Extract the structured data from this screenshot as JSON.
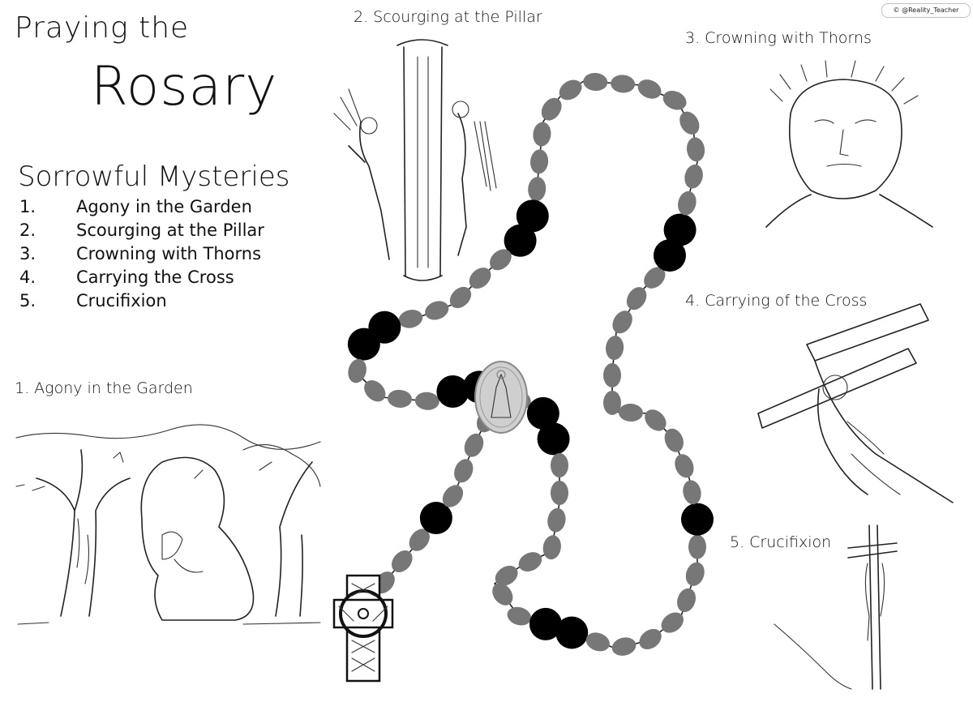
{
  "header": {
    "title_small": "Praying the",
    "title_big": "Rosary",
    "credit": "© @Reality_Teacher"
  },
  "mysteries": {
    "heading": "Sorrowful Mysteries",
    "items": [
      {
        "num": "1.",
        "label": "Agony in the Garden"
      },
      {
        "num": "2.",
        "label": "Scourging at the Pillar"
      },
      {
        "num": "3.",
        "label": "Crowning with Thorns"
      },
      {
        "num": "4.",
        "label": "Carrying the Cross"
      },
      {
        "num": "5.",
        "label": "Crucifixion"
      }
    ]
  },
  "illustrations": {
    "agony": "1. Agony in the Garden",
    "scourging": "2. Scourging at the Pillar",
    "crowning": "3. Crowning with Thorns",
    "carrying": "4. Carrying of the Cross",
    "crucifixion": "5. Crucifixion"
  },
  "colors": {
    "bead_grey": "#777777",
    "bead_black": "#000000",
    "line": "#222222"
  }
}
